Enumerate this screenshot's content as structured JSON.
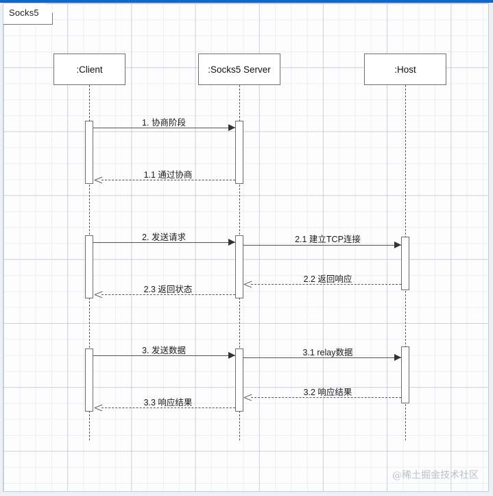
{
  "canvas": {
    "fragment_tab_label": "Socks5",
    "watermark": "@稀土掘金技术社区",
    "accent_color": "#1565c8",
    "line_color": "#555555",
    "box_border_color": "#6f6f6f",
    "grid_color": "#c8ced a"
  },
  "actors": [
    {
      "id": "client",
      "label": ":Client"
    },
    {
      "id": "socks5",
      "label": ":Socks5 Server"
    },
    {
      "id": "host",
      "label": ":Host"
    }
  ],
  "messages": [
    {
      "id": "m1",
      "label": "1. 协商阶段",
      "from": "client",
      "to": "socks5",
      "style": "solid",
      "direction": "right"
    },
    {
      "id": "m1_1",
      "label": "1.1 通过协商",
      "from": "socks5",
      "to": "client",
      "style": "dashed",
      "direction": "left"
    },
    {
      "id": "m2",
      "label": "2. 发送请求",
      "from": "client",
      "to": "socks5",
      "style": "solid",
      "direction": "right"
    },
    {
      "id": "m2_1",
      "label": "2.1 建立TCP连接",
      "from": "socks5",
      "to": "host",
      "style": "solid",
      "direction": "right"
    },
    {
      "id": "m2_2",
      "label": "2.2 返回响应",
      "from": "host",
      "to": "socks5",
      "style": "dashed",
      "direction": "left"
    },
    {
      "id": "m2_3",
      "label": "2.3 返回状态",
      "from": "socks5",
      "to": "client",
      "style": "dashed",
      "direction": "left"
    },
    {
      "id": "m3",
      "label": "3. 发送数据",
      "from": "client",
      "to": "socks5",
      "style": "solid",
      "direction": "right"
    },
    {
      "id": "m3_1",
      "label": "3.1 relay数据",
      "from": "socks5",
      "to": "host",
      "style": "solid",
      "direction": "right"
    },
    {
      "id": "m3_2",
      "label": "3.2 响应结果",
      "from": "host",
      "to": "socks5",
      "style": "dashed",
      "direction": "left"
    },
    {
      "id": "m3_3",
      "label": "3.3 响应结果",
      "from": "socks5",
      "to": "client",
      "style": "dashed",
      "direction": "left"
    }
  ]
}
